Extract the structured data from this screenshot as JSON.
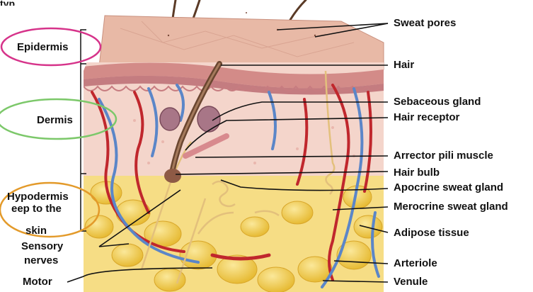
{
  "diagram": {
    "top_clip": "typ",
    "layers": {
      "epidermis": "Epidermis",
      "dermis": "Dermis",
      "hypodermis_line1": "Hypodermis",
      "hypodermis_line2": "eep to the",
      "hypodermis_line3": "skin"
    },
    "left_labels": {
      "sensory_line1": "Sensory",
      "sensory_line2": "nerves",
      "motor": "Motor"
    },
    "right_labels": [
      "Sweat pores",
      "Hair",
      "Sebaceous gland",
      "Hair receptor",
      "Arrector pili muscle",
      "Hair bulb",
      "Apocrine sweat gland",
      "Merocrine sweat gland",
      "Adipose tissue",
      "Arteriole",
      "Venule"
    ],
    "colors": {
      "epidermis_ring": "#d6338a",
      "dermis_ring": "#7cc86a",
      "hypodermis_ring": "#e39a2a",
      "artery": "#c0272d",
      "vein": "#5b86c8",
      "fat": "#f2cf4a",
      "skin_surface": "#e8b9a6"
    }
  }
}
